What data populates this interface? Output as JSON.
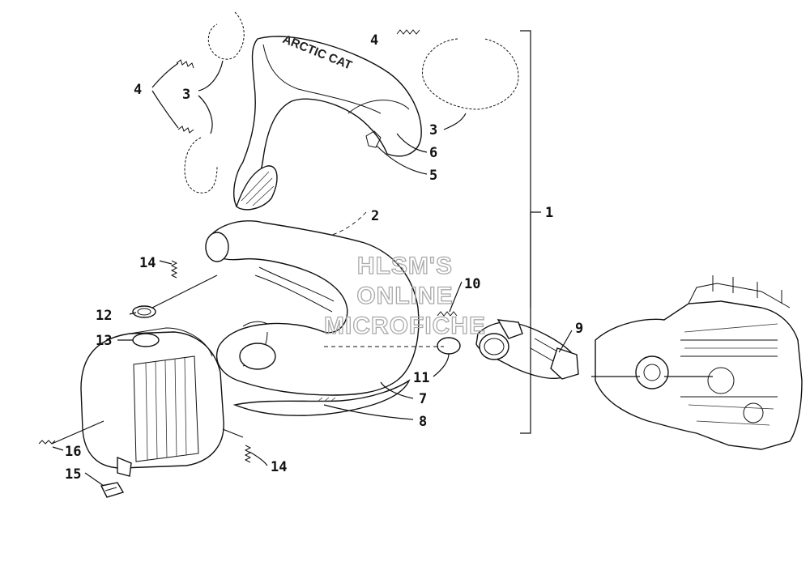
{
  "callouts": [
    {
      "id": "c1",
      "label": "1"
    },
    {
      "id": "c2",
      "label": "2"
    },
    {
      "id": "c3a",
      "label": "3"
    },
    {
      "id": "c3b",
      "label": "3"
    },
    {
      "id": "c4a",
      "label": "4"
    },
    {
      "id": "c4b",
      "label": "4"
    },
    {
      "id": "c5",
      "label": "5"
    },
    {
      "id": "c6",
      "label": "6"
    },
    {
      "id": "c7",
      "label": "7"
    },
    {
      "id": "c8",
      "label": "8"
    },
    {
      "id": "c9",
      "label": "9"
    },
    {
      "id": "c10",
      "label": "10"
    },
    {
      "id": "c11",
      "label": "11"
    },
    {
      "id": "c12",
      "label": "12"
    },
    {
      "id": "c13",
      "label": "13"
    },
    {
      "id": "c14a",
      "label": "14"
    },
    {
      "id": "c14b",
      "label": "14"
    },
    {
      "id": "c15",
      "label": "15"
    },
    {
      "id": "c16",
      "label": "16"
    }
  ],
  "watermark": {
    "line1": "HLSM'S",
    "line2": "ONLINE",
    "line3": "MICROFICHE"
  },
  "logo_text": "ARCTIC CAT"
}
